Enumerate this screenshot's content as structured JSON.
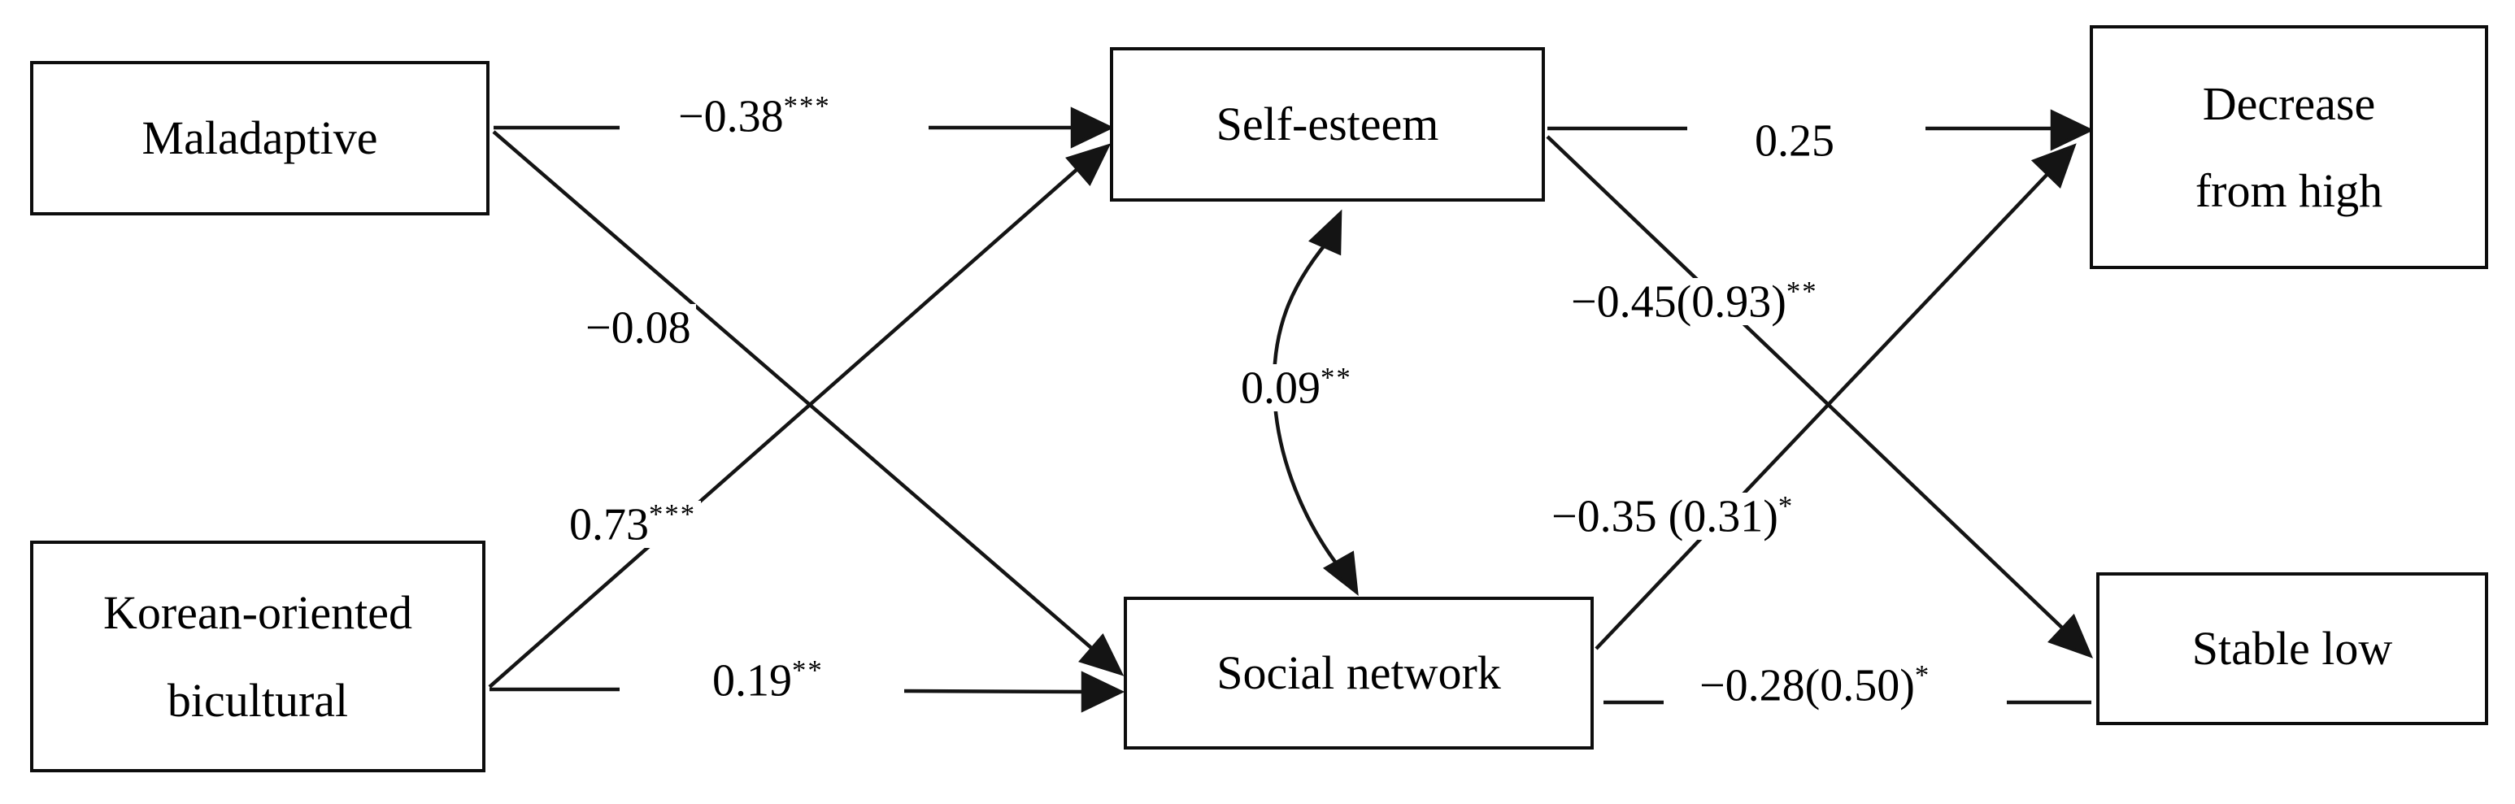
{
  "figure": {
    "background": "#ffffff",
    "line_color": "#141414",
    "text_color": "#000000",
    "nodes": {
      "maladaptive": {
        "label": "Maladaptive"
      },
      "korean_bicultural": {
        "line1": "Korean-oriented",
        "line2": "bicultural"
      },
      "self_esteem": {
        "label": "Self-esteem"
      },
      "social_network": {
        "label": "Social network"
      },
      "decrease_from_high": {
        "line1": "Decrease",
        "line2": "from high"
      },
      "stable_low": {
        "label": "Stable low"
      }
    },
    "coefficients": {
      "maladaptive_to_self_esteem": {
        "value": "−0.38",
        "stars": "***"
      },
      "maladaptive_to_social_network": {
        "value": "−0.08",
        "stars": ""
      },
      "korean_to_self_esteem": {
        "value": "0.73",
        "stars": "***"
      },
      "korean_to_social_network": {
        "value": "0.19",
        "stars": "**"
      },
      "self_esteem_social_covariance": {
        "value": "0.09",
        "stars": "**"
      },
      "self_esteem_to_decrease": {
        "value": "0.25",
        "stars": ""
      },
      "self_esteem_to_stable_low": {
        "value": "−0.45(0.93)",
        "stars": "**"
      },
      "social_to_decrease": {
        "value": "−0.35 (0.31)",
        "stars": "*"
      },
      "social_to_stable_low": {
        "value": "−0.28(0.50)",
        "stars": "*"
      }
    }
  }
}
